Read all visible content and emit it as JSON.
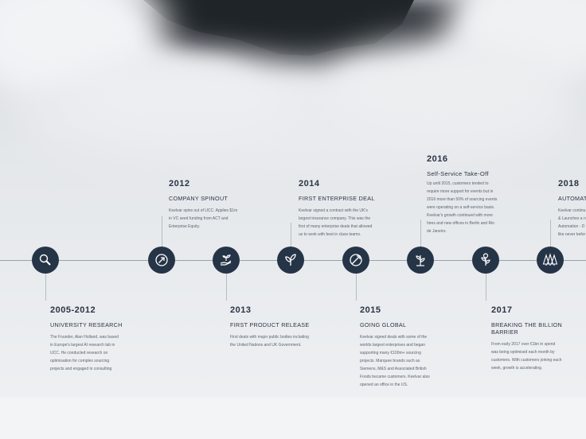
{
  "colors": {
    "node": "#263447",
    "line": "#9aa0aa",
    "text": "#2b3445",
    "desc": "#5b6472"
  },
  "timeline": {
    "events": [
      {
        "year": "2005-2012",
        "title": "UNIVERSITY RESEARCH",
        "icon": "magnifier-icon",
        "lines": [
          "The Founder, Alan Holland, was based",
          "in Europe's largest AI research lab in",
          "UCC. He conducted research on",
          "optimisation for complex sourcing",
          "projects and engaged in consulting"
        ]
      },
      {
        "year": "2012",
        "title": "COMPANY SPINOUT",
        "icon": "arrow-circle-icon",
        "lines": [
          "Keelvar spins out of UCC. Applies $1m",
          "in VC seed funding from ACT and",
          "Enterprise Equity."
        ]
      },
      {
        "year": "2013",
        "title": "FIRST PRODUCT RELEASE",
        "icon": "hand-seedling-icon",
        "lines": [
          "First deals with major public bodies including",
          "the United Nations and UK Government."
        ]
      },
      {
        "year": "2014",
        "title": "FIRST ENTERPRISE DEAL",
        "icon": "sprout-icon",
        "lines": [
          "Keelvar signed a contract with the UK's",
          "largest insurance company. This was the",
          "first of many enterprise deals that allowed",
          "us to work with best in class teams."
        ]
      },
      {
        "year": "2015",
        "title": "GOING GLOBAL",
        "icon": "globe-arrow-icon",
        "lines": [
          "Keelvar signed deals with some of the",
          "worlds largest enterprises and began",
          "supporting many €100m+ sourcing",
          "projects. Marquee brands such as",
          "Siemens, M&S and Associated British",
          "Foods became customers. Keelvar also",
          "opened an office in the US."
        ]
      },
      {
        "year": "2016",
        "title": "Self-Service Take-Off",
        "icon": "plant-icon",
        "lines": [
          "Up until 2015, customers tended to",
          "require more support for events but in",
          "2016 more than 50% of sourcing events",
          "were operating on a self-service basis.",
          "Keelvar's growth continued with more",
          "hires and new offices in Berlin and Rio",
          "de Janeiro."
        ]
      },
      {
        "year": "2017",
        "title": "BREAKING THE BILLION BARRIER",
        "icon": "coin-plant-icon",
        "lines": [
          "From early 2017 over €1bn in spend",
          "was being optimised each month by",
          "customers. With customers joining each",
          "week, growth is accelerating."
        ]
      },
      {
        "year": "2018",
        "title": "AUTOMAT",
        "icon": "trees-icon",
        "lines": [
          "Keelvar continu",
          "& Launches a n",
          "Automation - D",
          "like never befor"
        ]
      }
    ]
  }
}
